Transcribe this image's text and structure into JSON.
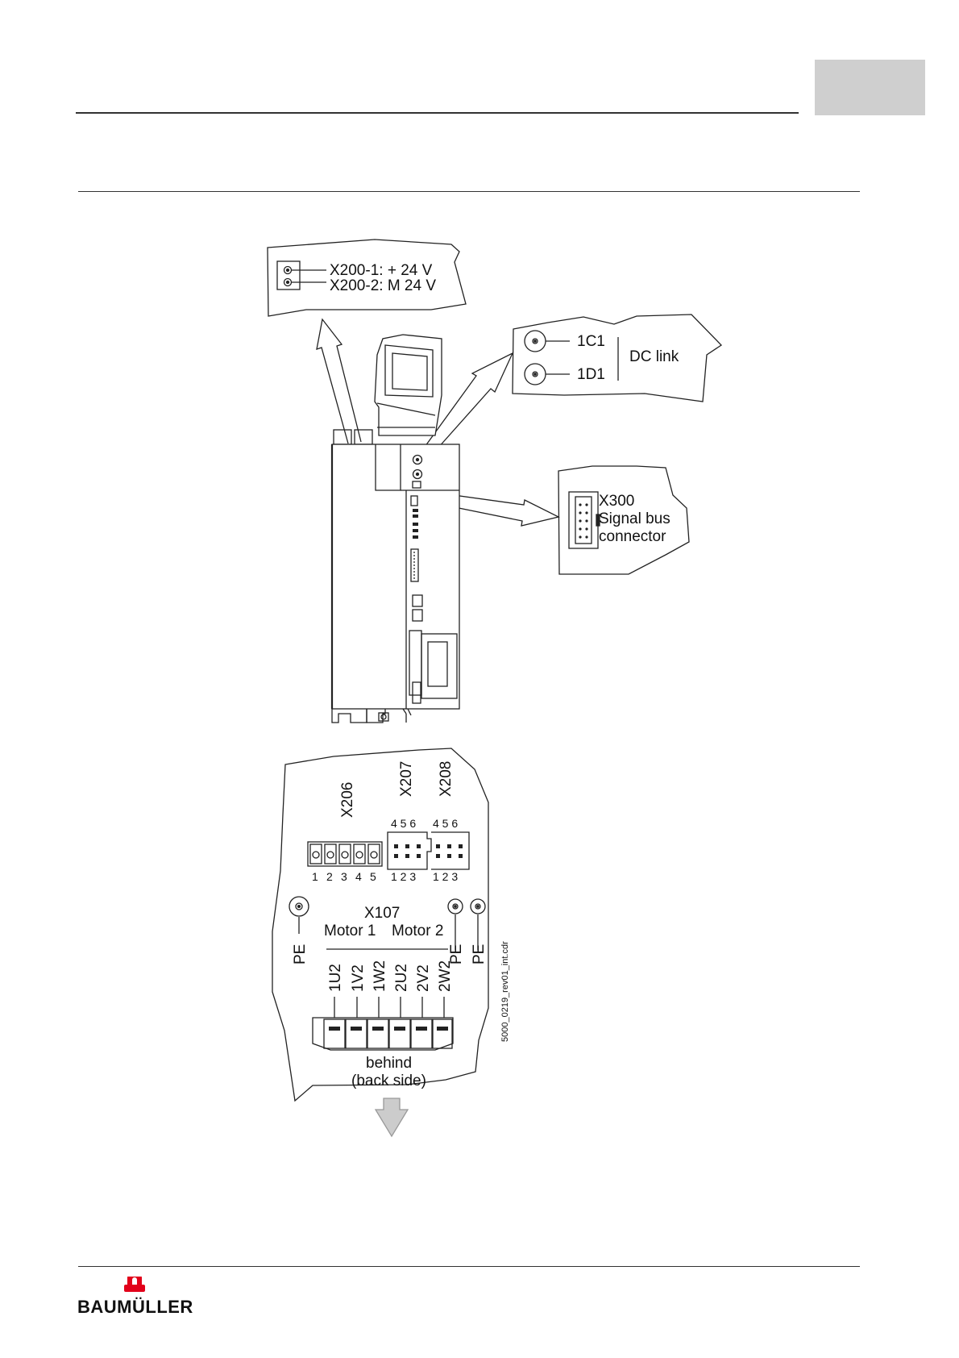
{
  "header": {
    "page_tab_color": "#cfcfcf"
  },
  "figure": {
    "power_supply": {
      "line1": "X200-1: + 24 V",
      "line2": "X200-2: M 24 V"
    },
    "dc_link": {
      "terminal1": "1C1",
      "terminal2": "1D1",
      "label": "DC link"
    },
    "signal_bus": {
      "line1": "X300",
      "line2": "Signal bus",
      "line3": "connector"
    },
    "bottom_panel": {
      "x206": "X206",
      "x207": "X207",
      "x208": "X208",
      "x206_pins": [
        "1",
        "2",
        "3",
        "4",
        "5"
      ],
      "x207_top_pins": "4 5 6",
      "x207_bottom_pins": "1 2 3",
      "x208_top_pins": "4 5 6",
      "x208_bottom_pins": "1 2 3",
      "x107": "X107",
      "motor1": "Motor 1",
      "motor2": "Motor 2",
      "pe": "PE",
      "motor_terminals": [
        "1U2",
        "1V2",
        "1W2",
        "2U2",
        "2V2",
        "2W2"
      ],
      "behind_line1": "behind",
      "behind_line2": "(back side)",
      "file_ref": "5000_0219_rev01_int.cdr"
    }
  },
  "footer": {
    "logo_text": "BAUMÜLLER",
    "logo_color": "#e2001a"
  }
}
